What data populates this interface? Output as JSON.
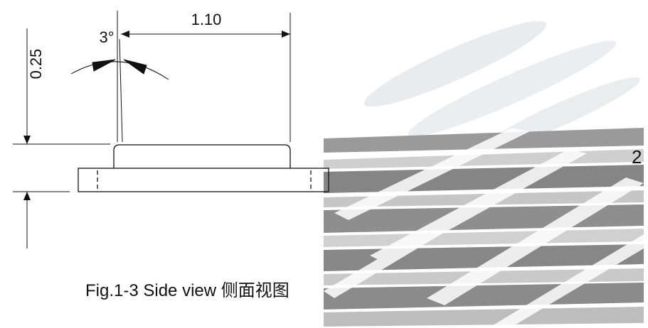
{
  "labels": {
    "height_dim": "0.25",
    "width_dim": "1.10",
    "angle_dim": "3°",
    "caption": "Fig.1-3 Side view  侧面视图",
    "page_number": "2"
  },
  "colors": {
    "line": "#111111",
    "smear_dark": "#8a8a8a",
    "smear_light": "#c8c8c8",
    "haze": "#e6eaec"
  }
}
